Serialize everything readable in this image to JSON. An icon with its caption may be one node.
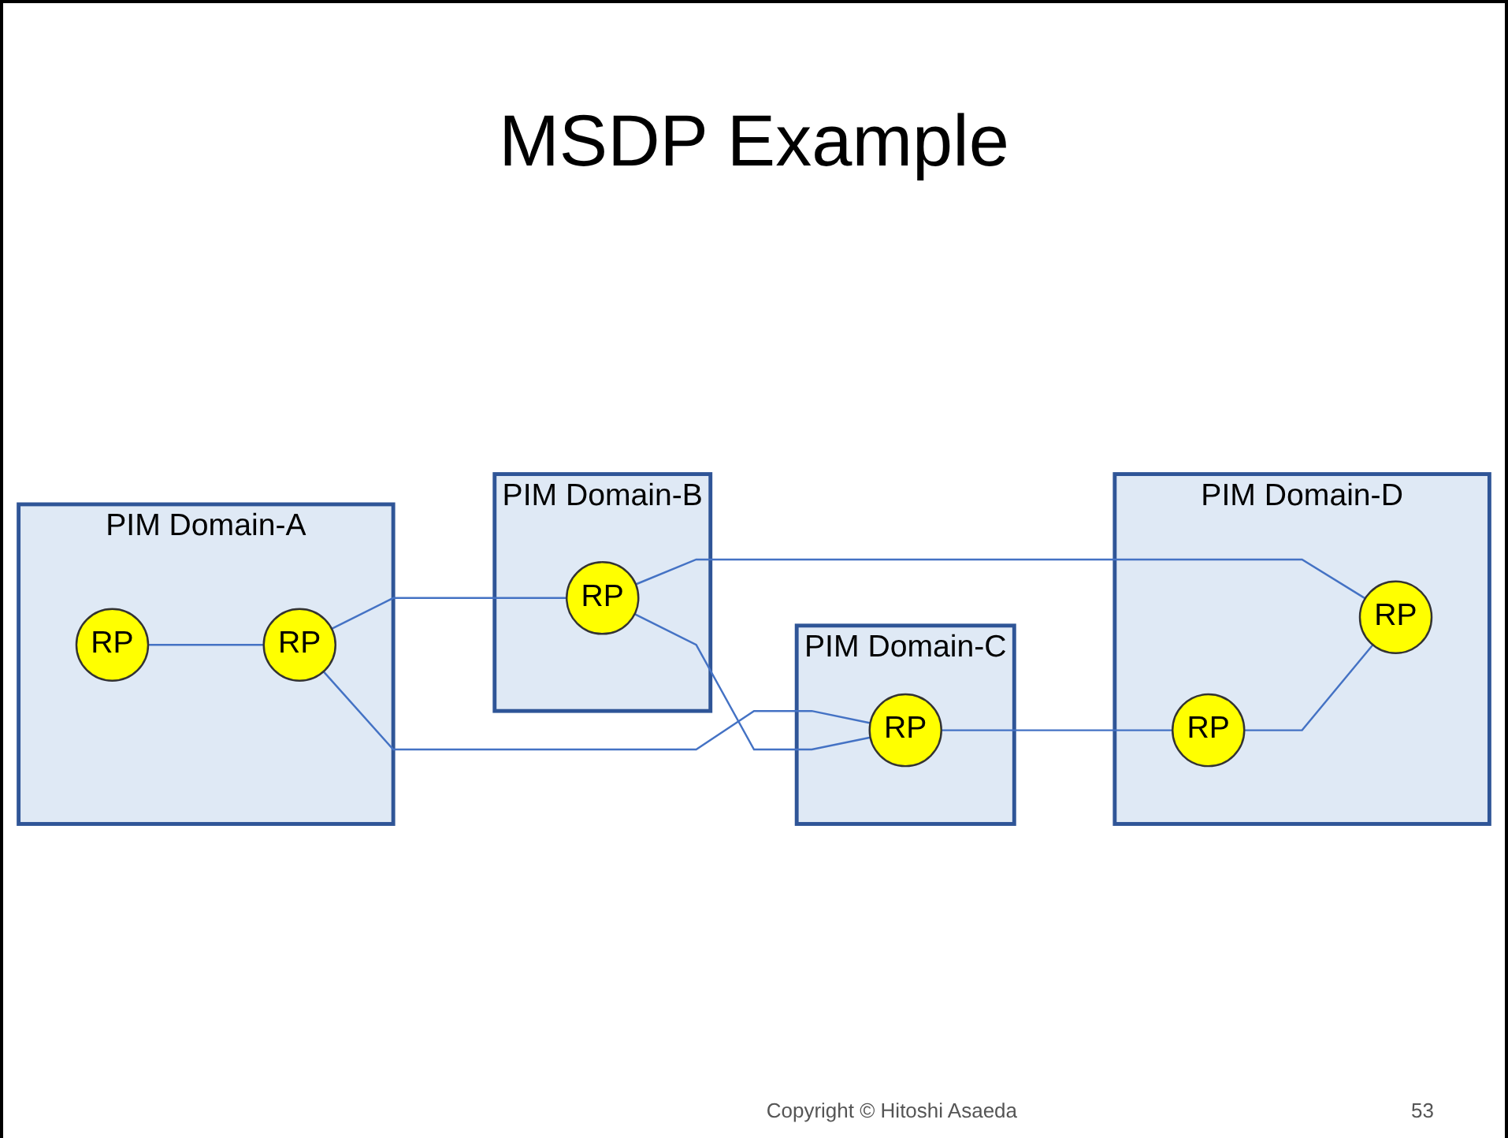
{
  "diagram": {
    "title": "MSDP Example",
    "nodes": [
      {
        "text": [
          "PIM Domain-A"
        ]
      },
      {
        "text": [
          "RP"
        ],
        "in": 0
      },
      {
        "text": [
          "RP"
        ],
        "in": 0
      },
      {
        "text": [
          "PIM Domain-B"
        ]
      },
      {
        "text": [
          "RP"
        ],
        "in": 3
      },
      {
        "text": [
          "PIM Domain-C"
        ]
      },
      {
        "text": [
          "RP"
        ],
        "in": 5
      },
      {
        "text": [
          "PIM Domain-D"
        ]
      },
      {
        "text": [
          "RP"
        ],
        "in": 7
      },
      {
        "text": [
          "RP"
        ],
        "in": 7
      }
    ],
    "edges": [
      {
        "from": 1,
        "to": 2,
        "arrow": "none"
      },
      {
        "from": 2,
        "to": 4,
        "arrow": "none"
      },
      {
        "from": 2,
        "to": 6,
        "arrow": "none"
      },
      {
        "from": 4,
        "to": 6,
        "arrow": "none"
      },
      {
        "from": 4,
        "to": 9,
        "arrow": "none"
      },
      {
        "from": 6,
        "to": 8,
        "arrow": "none"
      },
      {
        "from": 8,
        "to": 9,
        "arrow": "none"
      }
    ],
    "labels": [
      "Copyright © Hitoshi Asaeda",
      "53"
    ]
  }
}
